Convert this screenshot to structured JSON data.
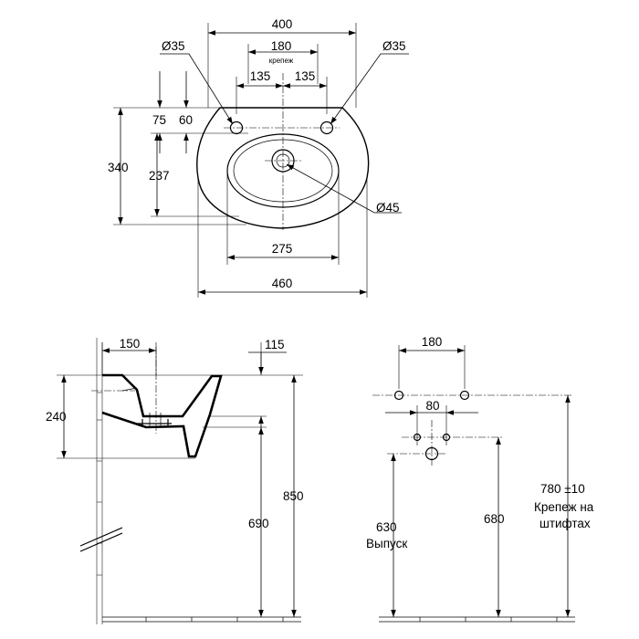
{
  "top_view": {
    "width_400": "400",
    "holes_180": "180",
    "label_krepezh": "крепеж",
    "left_135": "135",
    "right_135": "135",
    "hole_left_d": "Ø35",
    "hole_right_d": "Ø35",
    "dim_75": "75",
    "dim_60": "60",
    "depth_340": "340",
    "dim_237": "237",
    "drain_d": "Ø45",
    "bowl_275": "275",
    "width_460": "460"
  },
  "side_view": {
    "dim_150": "150",
    "dim_115": "115",
    "height_240": "240",
    "height_690": "690",
    "height_850": "850"
  },
  "wall_view": {
    "dim_180": "180",
    "dim_80": "80",
    "dim_630": "630",
    "label_vypusk": "Выпуск",
    "dim_680": "680",
    "dim_780": "780 ±10",
    "label_krepezh_1": "Крепеж на",
    "label_krepezh_2": "штифтах"
  },
  "arrow_color": "#000000"
}
